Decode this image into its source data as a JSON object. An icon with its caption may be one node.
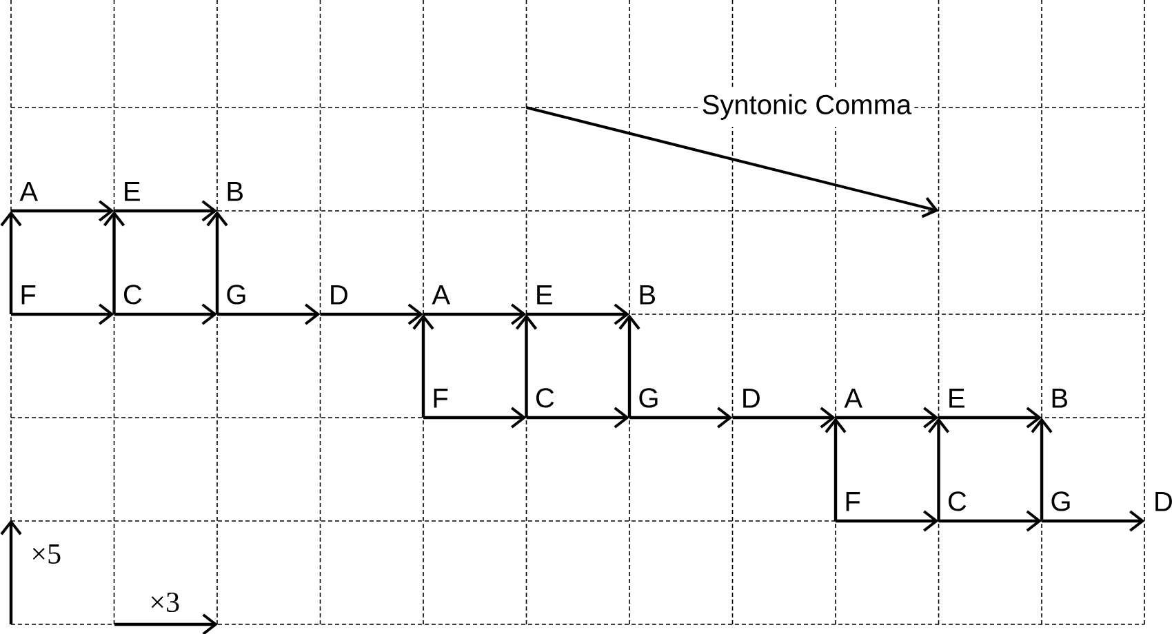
{
  "diagram": {
    "nodes": [
      {
        "text": [
          "A"
        ]
      },
      {
        "text": [
          "E"
        ]
      },
      {
        "text": [
          "B"
        ]
      },
      {
        "text": [
          "F"
        ]
      },
      {
        "text": [
          "C"
        ]
      },
      {
        "text": [
          "G"
        ]
      },
      {
        "text": [
          "D"
        ]
      },
      {
        "text": [
          "A"
        ]
      },
      {
        "text": [
          "E"
        ]
      },
      {
        "text": [
          "B"
        ]
      },
      {
        "text": [
          "F"
        ]
      },
      {
        "text": [
          "C"
        ]
      },
      {
        "text": [
          "G"
        ]
      },
      {
        "text": [
          "D"
        ]
      },
      {
        "text": [
          "A"
        ]
      },
      {
        "text": [
          "E"
        ]
      },
      {
        "text": [
          "B"
        ]
      },
      {
        "text": [
          "F"
        ]
      },
      {
        "text": [
          "C"
        ]
      },
      {
        "text": [
          "G"
        ]
      },
      {
        "text": [
          "D"
        ]
      }
    ],
    "edges": [
      {
        "from": 0,
        "to": 1,
        "arrow": "to"
      },
      {
        "from": 1,
        "to": 2,
        "arrow": "to"
      },
      {
        "from": 3,
        "to": 4,
        "arrow": "to"
      },
      {
        "from": 4,
        "to": 5,
        "arrow": "to"
      },
      {
        "from": 5,
        "to": 6,
        "arrow": "to"
      },
      {
        "from": 6,
        "to": 7,
        "arrow": "to"
      },
      {
        "from": 7,
        "to": 8,
        "arrow": "to"
      },
      {
        "from": 8,
        "to": 9,
        "arrow": "to"
      },
      {
        "from": 10,
        "to": 11,
        "arrow": "to"
      },
      {
        "from": 11,
        "to": 12,
        "arrow": "to"
      },
      {
        "from": 12,
        "to": 13,
        "arrow": "to"
      },
      {
        "from": 13,
        "to": 14,
        "arrow": "to"
      },
      {
        "from": 14,
        "to": 15,
        "arrow": "to"
      },
      {
        "from": 15,
        "to": 16,
        "arrow": "to"
      },
      {
        "from": 17,
        "to": 18,
        "arrow": "to"
      },
      {
        "from": 18,
        "to": 19,
        "arrow": "to"
      },
      {
        "from": 19,
        "to": 20,
        "arrow": "to"
      },
      {
        "from": 3,
        "to": 0,
        "arrow": "to"
      },
      {
        "from": 4,
        "to": 1,
        "arrow": "to"
      },
      {
        "from": 5,
        "to": 2,
        "arrow": "to"
      },
      {
        "from": 10,
        "to": 7,
        "arrow": "to"
      },
      {
        "from": 11,
        "to": 8,
        "arrow": "to"
      },
      {
        "from": 12,
        "to": 9,
        "arrow": "to"
      },
      {
        "from": 17,
        "to": 14,
        "arrow": "to"
      },
      {
        "from": 18,
        "to": 15,
        "arrow": "to"
      },
      {
        "from": 19,
        "to": 16,
        "arrow": "to"
      }
    ],
    "labels": [
      "Syntonic Comma",
      "×5",
      "×3"
    ]
  }
}
